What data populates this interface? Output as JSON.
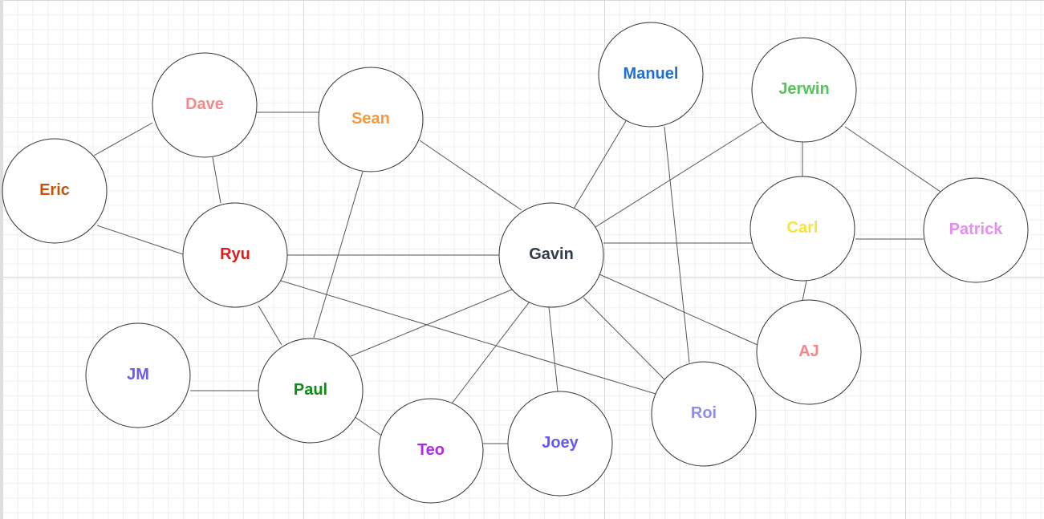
{
  "nodes": [
    {
      "id": "dave",
      "label": "Dave",
      "color": "#f28b8b"
    },
    {
      "id": "sean",
      "label": "Sean",
      "color": "#f39a3e"
    },
    {
      "id": "manuel",
      "label": "Manuel",
      "color": "#1e6fd1"
    },
    {
      "id": "jerwin",
      "label": "Jerwin",
      "color": "#55c25a"
    },
    {
      "id": "eric",
      "label": "Eric",
      "color": "#c3520f"
    },
    {
      "id": "ryu",
      "label": "Ryu",
      "color": "#dd1c1c"
    },
    {
      "id": "gavin",
      "label": "Gavin",
      "color": "#333b48"
    },
    {
      "id": "carl",
      "label": "Carl",
      "color": "#f8e33b"
    },
    {
      "id": "patrick",
      "label": "Patrick",
      "color": "#e58cf5"
    },
    {
      "id": "jm",
      "label": "JM",
      "color": "#6c5bf0"
    },
    {
      "id": "paul",
      "label": "Paul",
      "color": "#0f8a17"
    },
    {
      "id": "aj",
      "label": "AJ",
      "color": "#f58787"
    },
    {
      "id": "teo",
      "label": "Teo",
      "color": "#b327e8"
    },
    {
      "id": "joey",
      "label": "Joey",
      "color": "#6459f0"
    },
    {
      "id": "roi",
      "label": "Roi",
      "color": "#8f8cf0"
    }
  ],
  "edges": [
    [
      "eric",
      "dave"
    ],
    [
      "eric",
      "ryu"
    ],
    [
      "dave",
      "sean"
    ],
    [
      "dave",
      "ryu"
    ],
    [
      "sean",
      "gavin"
    ],
    [
      "sean",
      "paul"
    ],
    [
      "ryu",
      "gavin"
    ],
    [
      "ryu",
      "paul"
    ],
    [
      "ryu",
      "roi"
    ],
    [
      "jm",
      "paul"
    ],
    [
      "paul",
      "gavin"
    ],
    [
      "paul",
      "teo"
    ],
    [
      "teo",
      "joey"
    ],
    [
      "teo",
      "gavin"
    ],
    [
      "joey",
      "gavin"
    ],
    [
      "gavin",
      "manuel"
    ],
    [
      "gavin",
      "jerwin"
    ],
    [
      "gavin",
      "carl"
    ],
    [
      "gavin",
      "aj"
    ],
    [
      "gavin",
      "roi"
    ],
    [
      "manuel",
      "roi"
    ],
    [
      "jerwin",
      "carl"
    ],
    [
      "jerwin",
      "patrick"
    ],
    [
      "carl",
      "patrick"
    ],
    [
      "carl",
      "aj"
    ]
  ]
}
